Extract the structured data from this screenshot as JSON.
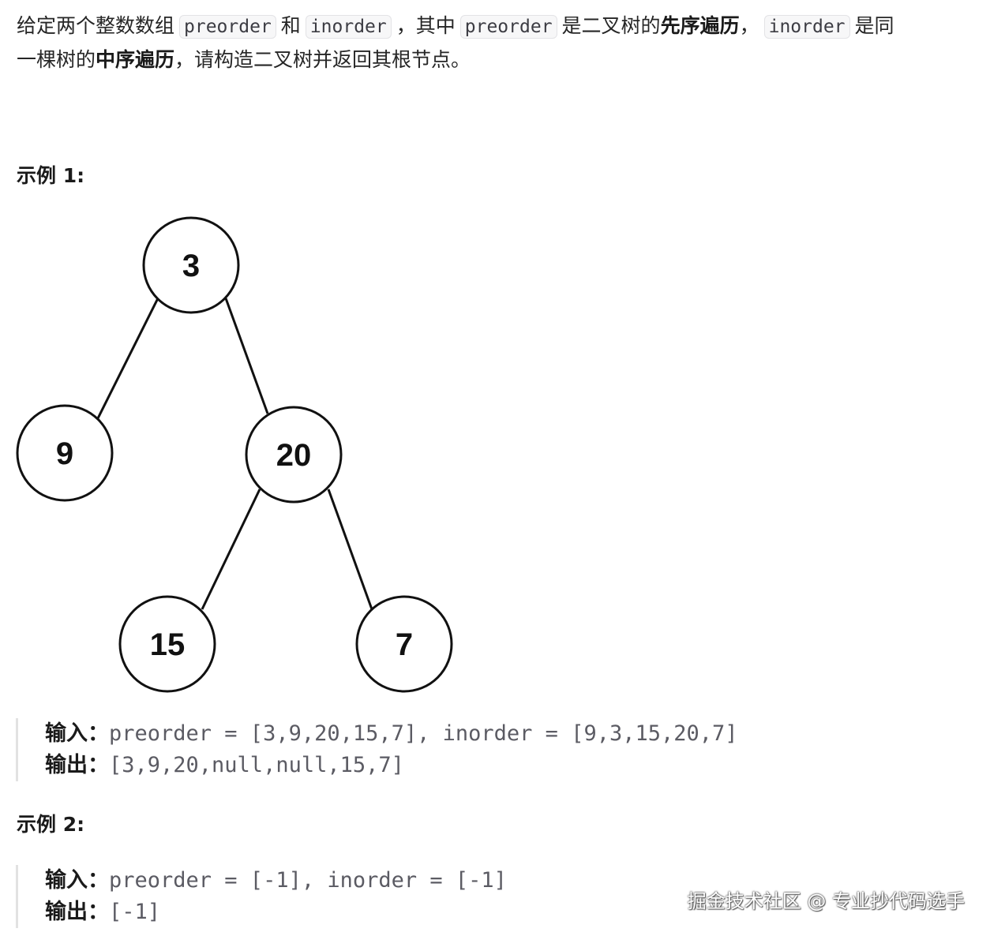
{
  "problem": {
    "p1": "给定两个整数数组",
    "code_preorder": "preorder",
    "p2": "和",
    "code_inorder": "inorder",
    "p3": "，其中",
    "p4": "是二叉树的",
    "bold_preorder_traversal": "先序遍历",
    "p5": "，",
    "p6": "是同",
    "p7": "一棵树的",
    "bold_inorder_traversal": "中序遍历",
    "p8": "，请构造二叉树并返回其根节点。"
  },
  "example1": {
    "title": "示例 1:",
    "tree": {
      "nodes": [
        {
          "id": "n3",
          "label": "3"
        },
        {
          "id": "n9",
          "label": "9"
        },
        {
          "id": "n20",
          "label": "20"
        },
        {
          "id": "n15",
          "label": "15"
        },
        {
          "id": "n7",
          "label": "7"
        }
      ],
      "edges": [
        [
          "n3",
          "n9"
        ],
        [
          "n3",
          "n20"
        ],
        [
          "n20",
          "n15"
        ],
        [
          "n20",
          "n7"
        ]
      ]
    },
    "input_label": "输入：",
    "input_value": "preorder = [3,9,20,15,7], inorder = [9,3,15,20,7]",
    "output_label": "输出：",
    "output_value": "[3,9,20,null,null,15,7]"
  },
  "example2": {
    "title": "示例 2:",
    "input_label": "输入：",
    "input_value": "preorder = [-1], inorder = [-1]",
    "output_label": "输出：",
    "output_value": "[-1]"
  },
  "watermark": "掘金技术社区 @ 专业抄代码选手"
}
